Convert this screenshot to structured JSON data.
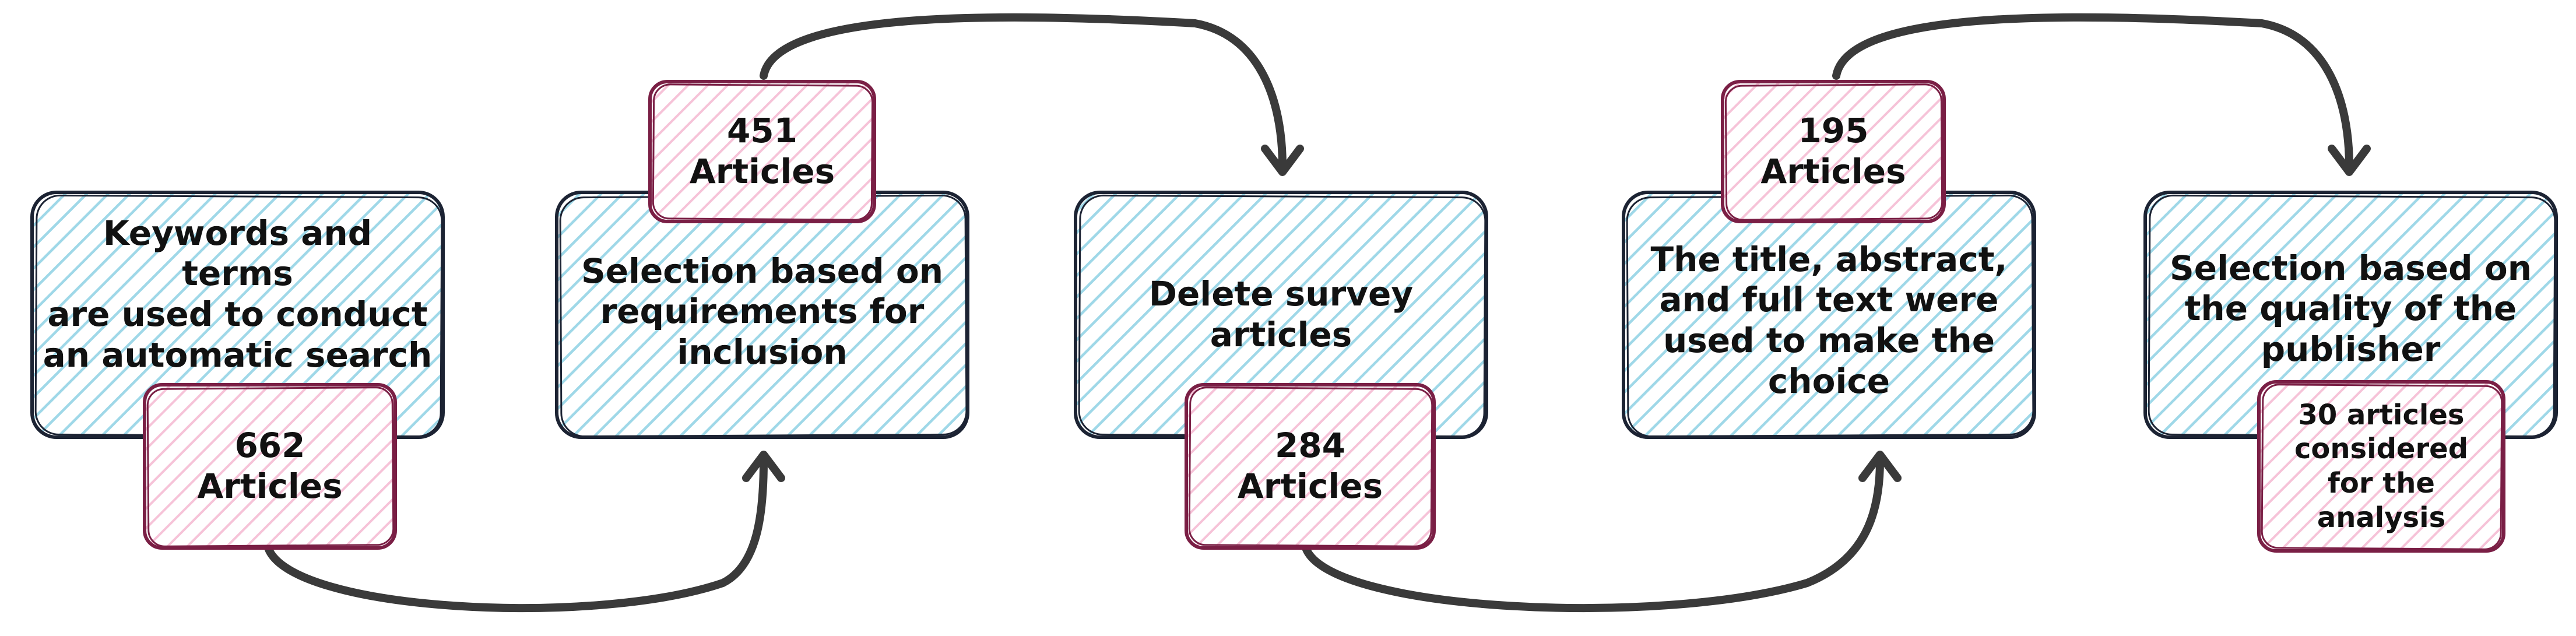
{
  "steps": [
    {
      "text": "Keywords and terms\nare used to conduct\nan automatic search"
    },
    {
      "text": "Selection based on\nrequirements for\ninclusion"
    },
    {
      "text": "Delete survey articles"
    },
    {
      "text": "The title, abstract,\nand full text were\nused to make the\nchoice"
    },
    {
      "text": "Selection based on\nthe quality of the\npublisher"
    }
  ],
  "counts": [
    {
      "text": "662\nArticles"
    },
    {
      "text": "451\nArticles"
    },
    {
      "text": "284\nArticles"
    },
    {
      "text": "195\nArticles"
    },
    {
      "text": "30 articles\nconsidered\nfor the\nanalysis"
    }
  ],
  "colors": {
    "step_fill": "#a8dcea",
    "step_stroke": "#1c2333",
    "count_fill": "#f6c6da",
    "count_stroke": "#7a1f45",
    "arrow": "#3a3a3a"
  }
}
